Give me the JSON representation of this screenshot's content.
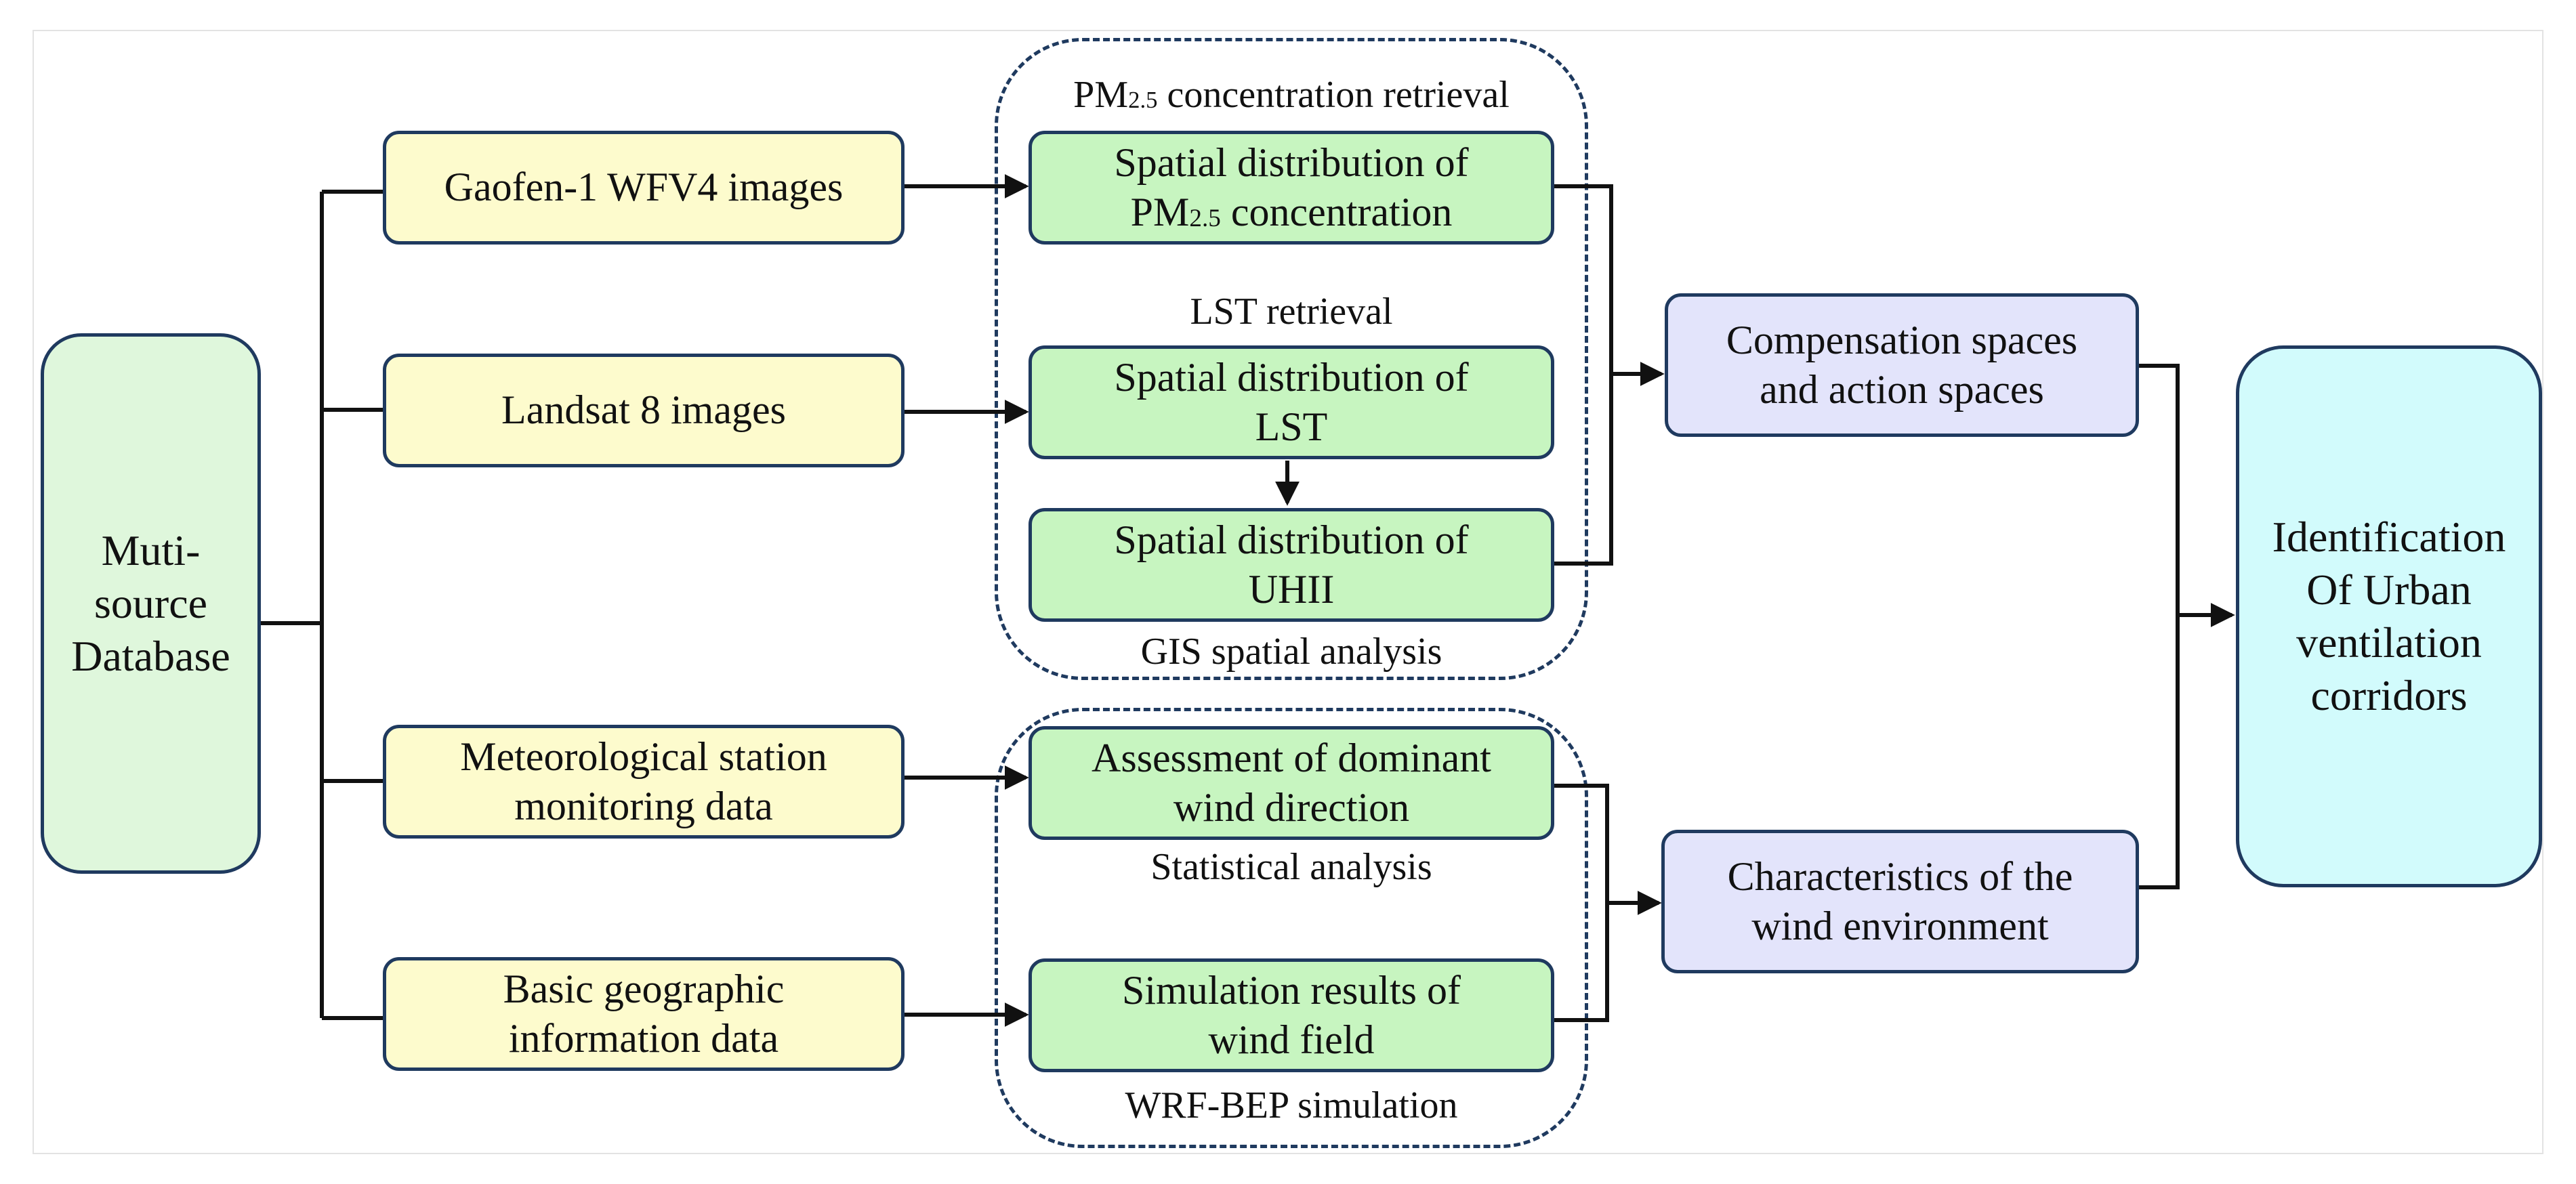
{
  "source": {
    "label": "Muti-\nsource\nDatabase"
  },
  "inputs": [
    {
      "label": "Gaofen-1 WFV4 images"
    },
    {
      "label": "Landsat 8 images"
    },
    {
      "label": "Meteorological station\nmonitoring data"
    },
    {
      "label": "Basic geographic\ninformation data"
    }
  ],
  "group1": {
    "title_prefix": "PM",
    "title_sub": "2.5",
    "title_suffix": " concentration retrieval",
    "lst_label": "LST retrieval",
    "gis_label": "GIS spatial analysis",
    "pm_box": {
      "line1": "Spatial distribution of",
      "prefix": "PM",
      "sub": "2.5",
      "suffix": " concentration"
    },
    "lst_box": "Spatial distribution of\nLST",
    "uhii_box": "Spatial distribution of\nUHII"
  },
  "group2": {
    "wind_dir_box": "Assessment of dominant\nwind direction",
    "stat_label": "Statistical analysis",
    "wind_field_box": "Simulation results of\nwind field",
    "wrf_label": "WRF-BEP simulation"
  },
  "outputs": {
    "compensation": "Compensation spaces\nand action spaces",
    "wind_env": "Characteristics of the\nwind environment"
  },
  "final": {
    "label": "Identification\nOf Urban\nventilation\ncorridors"
  },
  "colors": {
    "border": "#1f3a5f",
    "source_fill": "#dff7dc",
    "input_fill": "#fdfbcd",
    "process_fill": "#c7f5c0",
    "output_fill": "#e3e4fb",
    "final_fill": "#d2fbfc",
    "line": "#111111"
  }
}
